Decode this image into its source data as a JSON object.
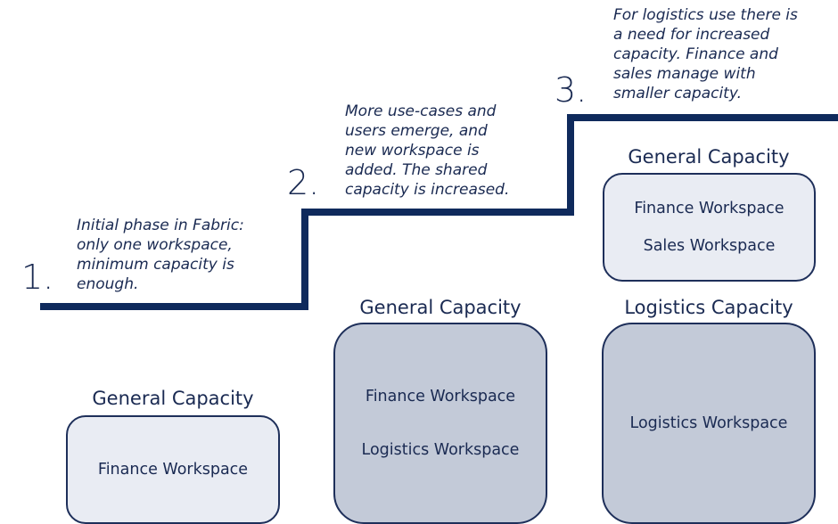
{
  "steps": [
    {
      "number": "1.",
      "note_lines": [
        "Initial phase in Fabric:",
        "only one workspace,",
        "minimum capacity is",
        "enough."
      ]
    },
    {
      "number": "2.",
      "note_lines": [
        "More use-cases and",
        "users emerge, and",
        "new workspace is",
        "added. The shared",
        "capacity is increased."
      ]
    },
    {
      "number": "3.",
      "note_lines": [
        "For logistics use there is",
        "a need for increased",
        "capacity. Finance and",
        "sales manage with",
        "smaller capacity."
      ]
    }
  ],
  "capacities": [
    {
      "title": "General Capacity",
      "workspaces": [
        "Finance Workspace"
      ]
    },
    {
      "title": "General Capacity",
      "workspaces": [
        "Finance Workspace",
        "Logistics Workspace"
      ]
    },
    {
      "title": "General Capacity",
      "workspaces": [
        "Finance Workspace",
        "Sales Workspace"
      ]
    },
    {
      "title": "Logistics Capacity",
      "workspaces": [
        "Logistics Workspace"
      ]
    }
  ],
  "colors": {
    "line": "#0f2a5c",
    "text": "#1a2a52",
    "box_light": "#e9ecf3",
    "box_dark": "#c3cad8"
  }
}
